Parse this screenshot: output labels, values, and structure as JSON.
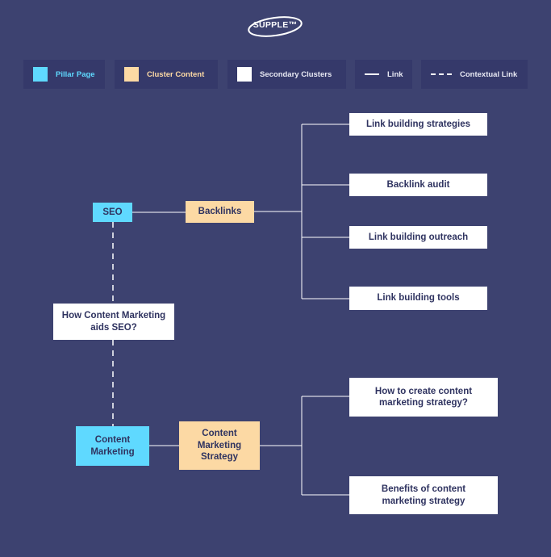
{
  "logo": {
    "text": "SUPPLE™"
  },
  "legend": [
    {
      "label": "Pillar Page",
      "kind": "swatch",
      "color": "#5fd9ff",
      "text_color": "#5fd9ff"
    },
    {
      "label": "Cluster Content",
      "kind": "swatch",
      "color": "#fcd9a4",
      "text_color": "#fcd9a4"
    },
    {
      "label": "Secondary Clusters",
      "kind": "swatch",
      "color": "#ffffff",
      "text_color": "#e8e9f3"
    },
    {
      "label": "Link",
      "kind": "solid-line",
      "color": "#ffffff",
      "text_color": "#e8e9f3"
    },
    {
      "label": "Contextual Link",
      "kind": "dashed-line",
      "color": "#ffffff",
      "text_color": "#e8e9f3"
    }
  ],
  "nodes": {
    "seo": "SEO",
    "backlinks": "Backlinks",
    "link_building_strategies": "Link building strategies",
    "backlink_audit": "Backlink audit",
    "link_building_outreach": "Link building outreach",
    "link_building_tools": "Link building tools",
    "how_content_marketing_aids_seo": "How Content Marketing aids SEO?",
    "content_marketing": "Content Marketing",
    "content_marketing_strategy": "Content Marketing Strategy",
    "how_to_create_strategy": "How to create content marketing strategy?",
    "benefits_of_strategy": "Benefits of content marketing strategy"
  },
  "colors": {
    "background": "#3d4270",
    "pillar": "#5fd9ff",
    "cluster": "#fcd9a4",
    "secondary": "#ffffff",
    "node_text": "#2f3360",
    "link": "#ffffff"
  }
}
